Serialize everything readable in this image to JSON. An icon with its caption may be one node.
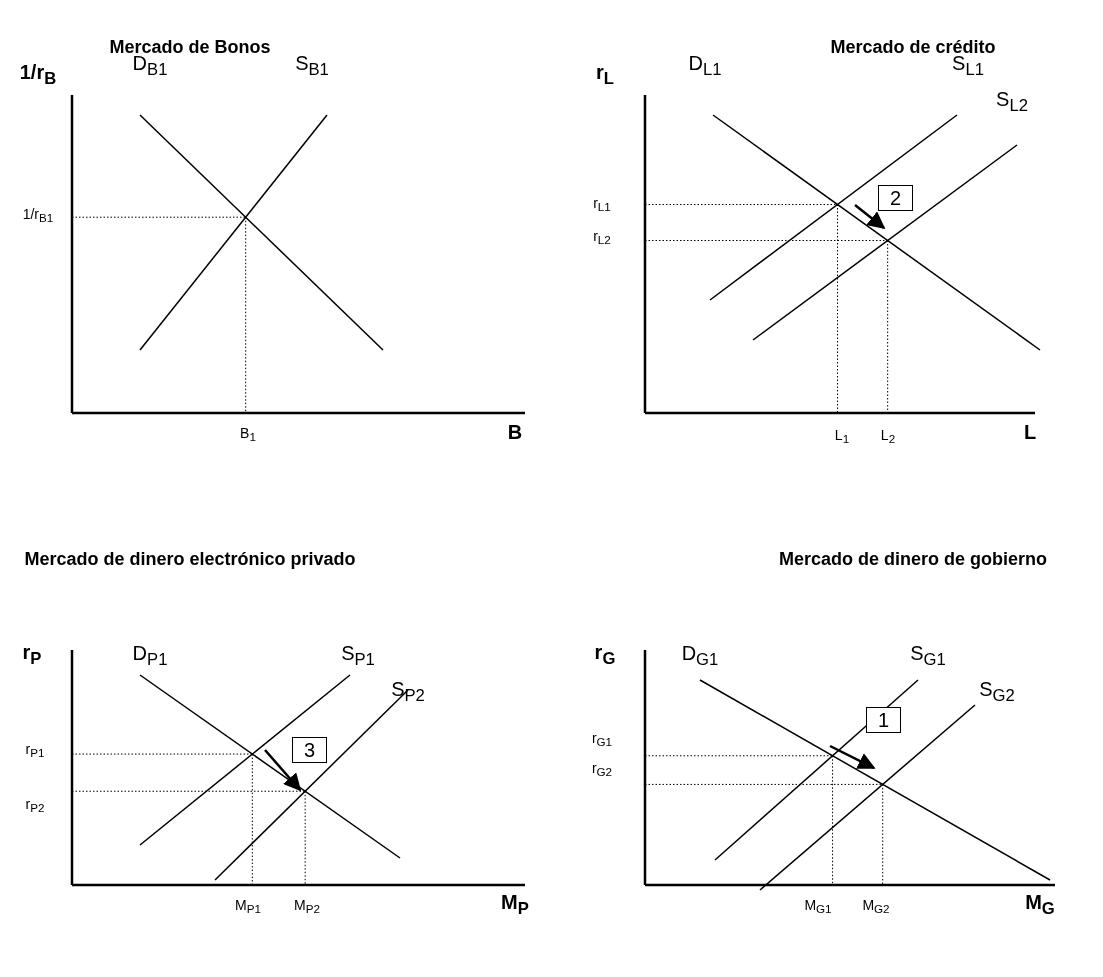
{
  "diagram": {
    "nodes": [
      {
        "text": [
          "2"
        ]
      },
      {
        "text": [
          "3"
        ]
      },
      {
        "text": [
          "1"
        ]
      }
    ],
    "labels": [
      "Mercado de Bonos",
      "Mercado de crédito",
      "1/r$_{B}$",
      "D$_{B1}$",
      "S$_{B1}$",
      "1/r$_{B1}$",
      "B$_{1}$",
      "B",
      "r$_{L}$",
      "D$_{L1}$",
      "S$_{L1}$",
      "S$_{L2}$",
      "r$_{L1}$",
      "r$_{L2}$",
      "L$_{1}$",
      "L$_{2}$",
      "L",
      "Mercado de dinero electrónico privado",
      "Mercado de dinero de gobierno",
      "r$_{P}$",
      "D$_{P1}$",
      "S$_{P1}$",
      "S$_{P2}$",
      "r$_{P1}$",
      "r$_{P2}$",
      "M$_{P1}$",
      "M$_{P2}$",
      "M$_{P}$",
      "r$_{G}$",
      "D$_{G1}$",
      "S$_{G1}$",
      "S$_{G2}$",
      "r$_{G1}$",
      "r$_{G2}$",
      "M$_{G1}$",
      "M$_{G2}$",
      "M$_{G}$"
    ]
  }
}
